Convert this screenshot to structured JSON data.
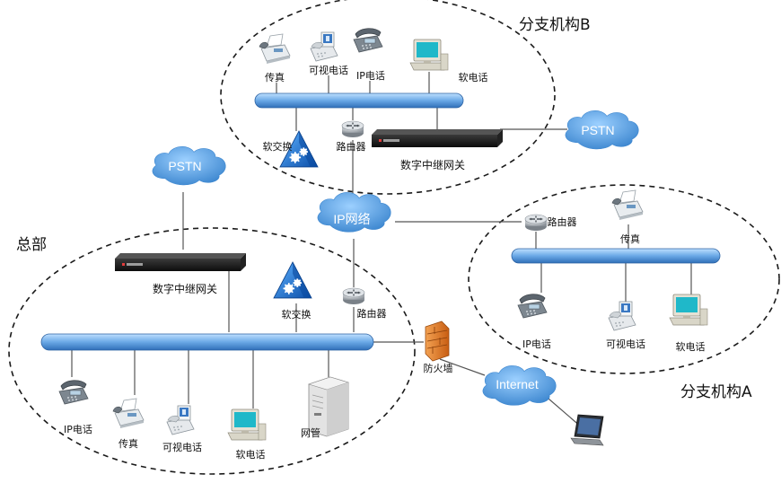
{
  "regions": {
    "headquarters": "总部",
    "branch_a": "分支机构A",
    "branch_b": "分支机构B"
  },
  "clouds": {
    "ip_network": "IP网络",
    "pstn_left": "PSTN",
    "pstn_right": "PSTN",
    "internet": "Internet"
  },
  "branch_b": {
    "fax": "传真",
    "video_phone": "可视电话",
    "ip_phone": "IP电话",
    "soft_phone": "软电话",
    "softswitch": "软交换",
    "router": "路由器",
    "trunk_gateway": "数字中继网关"
  },
  "branch_a": {
    "router": "路由器",
    "fax": "传真",
    "ip_phone": "IP电话",
    "video_phone": "可视电话",
    "soft_phone": "软电话"
  },
  "headquarters": {
    "trunk_gateway": "数字中继网关",
    "softswitch": "软交换",
    "router": "路由器",
    "firewall": "防火墙",
    "ip_phone": "IP电话",
    "fax": "传真",
    "video_phone": "可视电话",
    "soft_phone": "软电话",
    "nms": "网管"
  },
  "colors": {
    "bus": "#4f8fd0",
    "cloud": "#5aa0dc",
    "softswitch": "#1f6fc4",
    "firewall": "#e07a20"
  },
  "icons": [
    "fax-icon",
    "video-phone-icon",
    "ip-phone-icon",
    "soft-phone-icon",
    "softswitch-icon",
    "router-icon",
    "trunk-gateway-icon",
    "firewall-icon",
    "server-icon",
    "laptop-icon",
    "cloud-icon"
  ]
}
